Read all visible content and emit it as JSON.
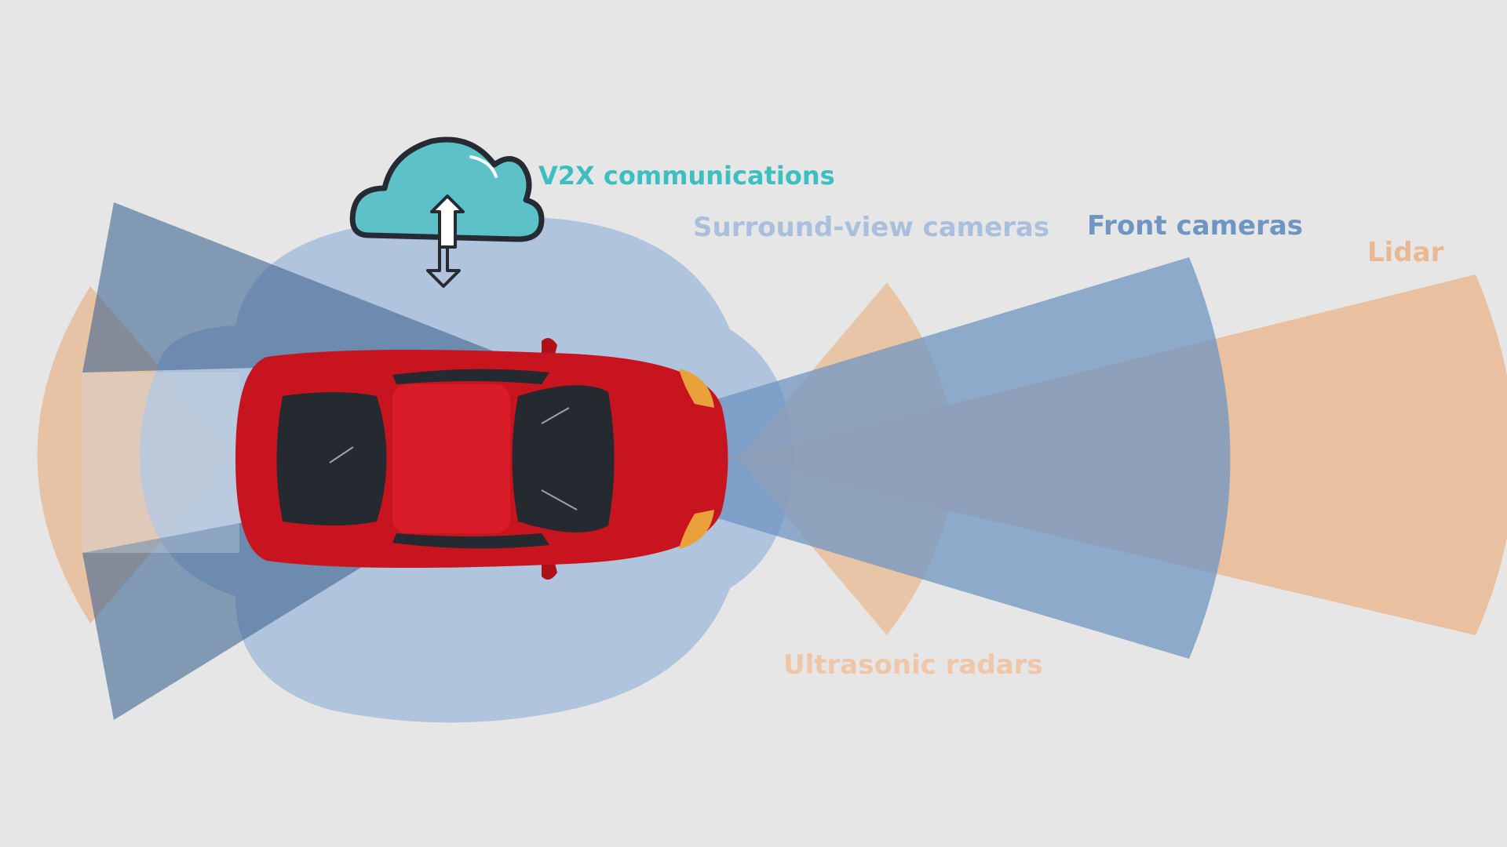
{
  "labels": {
    "v2x": "V2X communications",
    "surround": "Surround-view cameras",
    "front": "Front cameras",
    "lidar": "Lidar",
    "ultrasonic": "Ultrasonic radars"
  },
  "colors": {
    "background": "#e6e6e6",
    "v2x": "#3dbfc0",
    "surround": "#a9bfdc",
    "front": "#6f95c2",
    "lidar": "#e9b993",
    "ultrasonic": "#efc7a8",
    "car_body": "#c8141e",
    "cloud": "#5dc1c8"
  },
  "icons": {
    "cloud": "cloud-updown-arrow-icon",
    "car": "car-top-view-icon"
  }
}
